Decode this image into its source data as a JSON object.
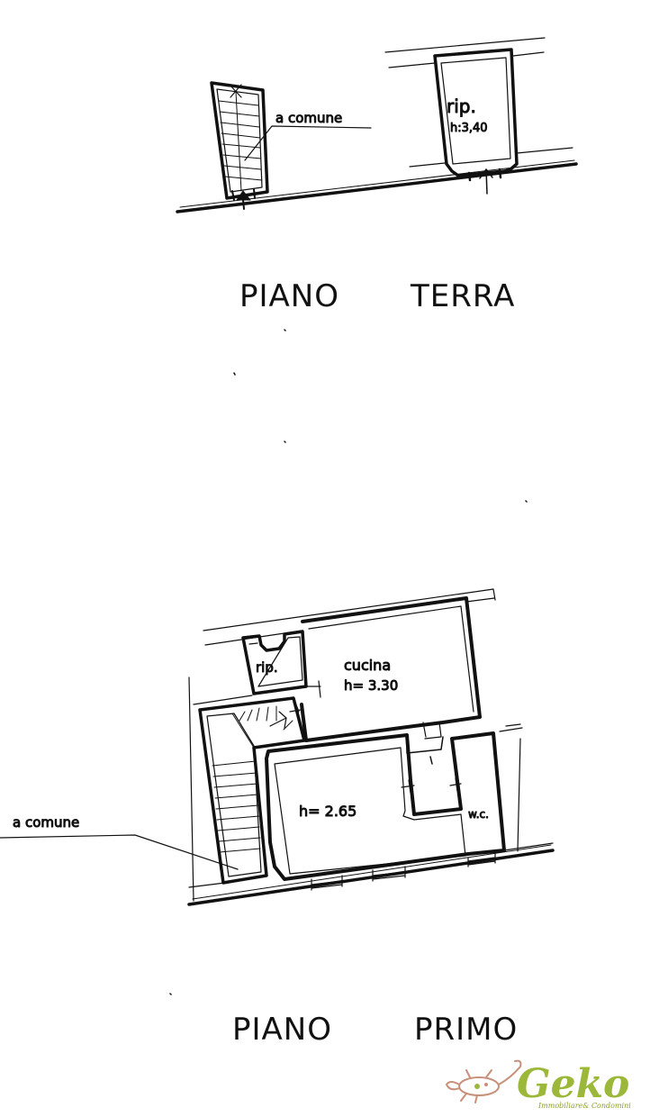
{
  "ground_floor": {
    "title_left": "PIANO",
    "title_right": "TERRA",
    "stair_label": "a comune",
    "storage_room": "rip.",
    "storage_height": "h:3,40"
  },
  "first_floor": {
    "title_left": "PIANO",
    "title_right": "PRIMO",
    "stair_label": "a comune",
    "storage_room": "rip.",
    "kitchen_room": "cucina",
    "kitchen_height": "h= 3.30",
    "main_height": "h= 2.65",
    "wc_label": "w.c."
  },
  "logo": {
    "brand": "Geko",
    "tagline": "Immobiliare& Condomini",
    "brand_color": "#9cb83a",
    "gecko_color": "#c8907a"
  }
}
